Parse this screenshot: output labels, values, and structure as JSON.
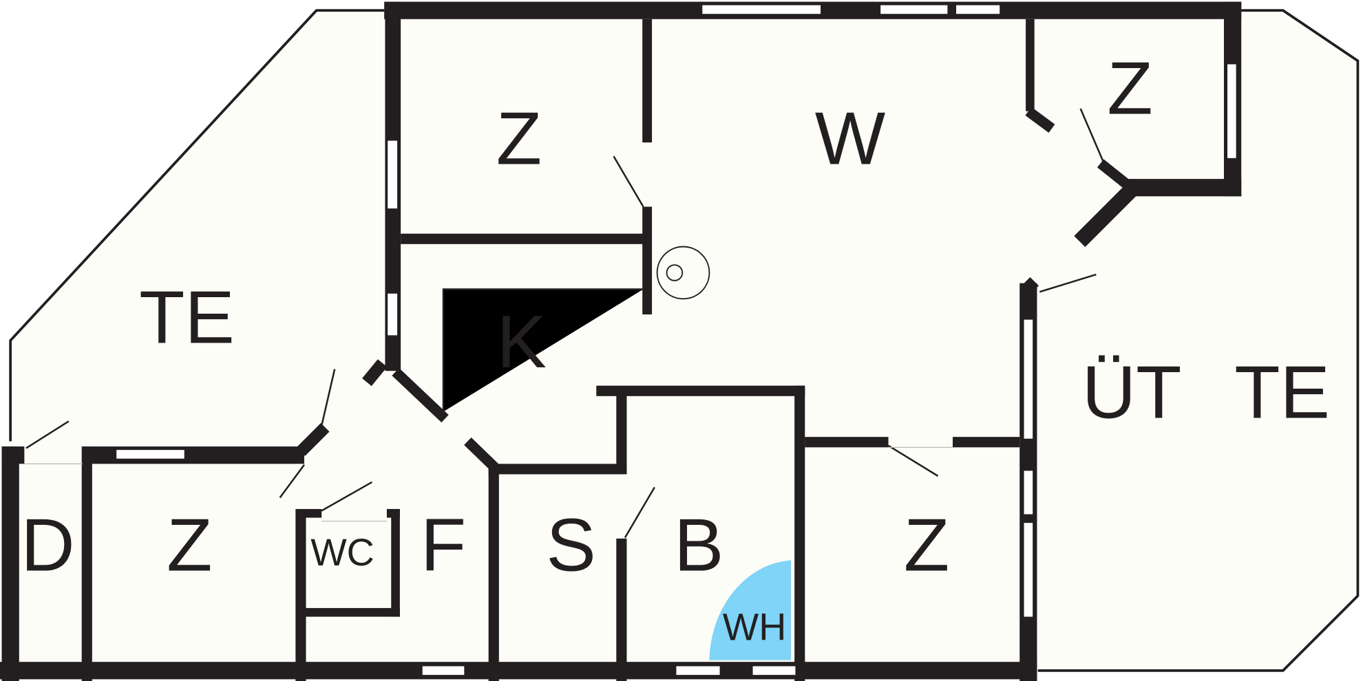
{
  "plan": {
    "rooms": {
      "terrace_left": "TE",
      "room_top": "Z",
      "living": "W",
      "room_top_right": "Z",
      "kitchen": "K",
      "covered_terrace": "ÜT",
      "terrace_right": "TE",
      "storage_d": "D",
      "room_bottom_left": "Z",
      "wc": "WC",
      "hall": "F",
      "storage_s": "S",
      "bath": "B",
      "room_bottom_right": "Z",
      "water_heater": "WH"
    },
    "colors": {
      "wall": "#231f20",
      "floor": "#fdfdf8",
      "water_heater": "#7fd4f7"
    }
  }
}
